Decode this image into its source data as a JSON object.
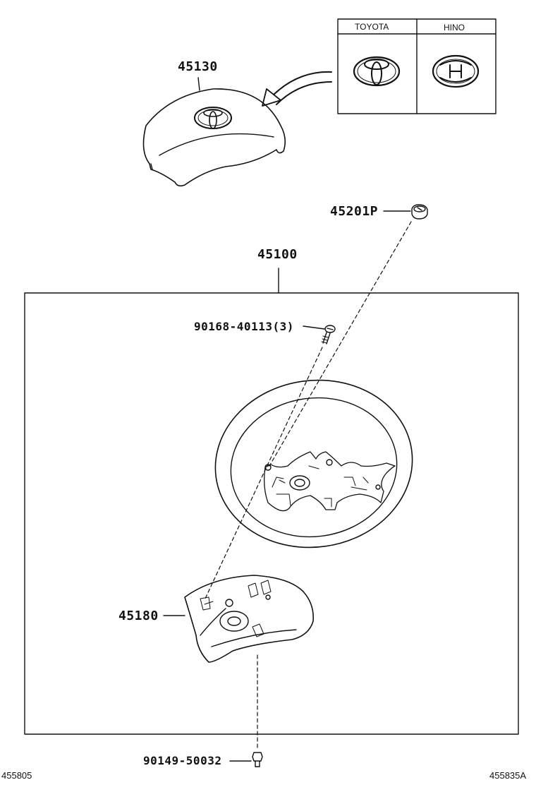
{
  "logo_table": {
    "col1_header": "TOYOTA",
    "col2_header": "HINO",
    "col1_logo": "toyota-emblem-icon",
    "col2_logo": "hino-emblem-icon"
  },
  "parts": {
    "airbag_cover": "45130",
    "nut": "45201P",
    "steering_wheel_assembly": "45100",
    "screw": "90168-40113(3)",
    "lower_cover": "45180",
    "bolt": "90149-50032"
  },
  "footer": {
    "left_code": "455805",
    "right_code": "455835A"
  }
}
